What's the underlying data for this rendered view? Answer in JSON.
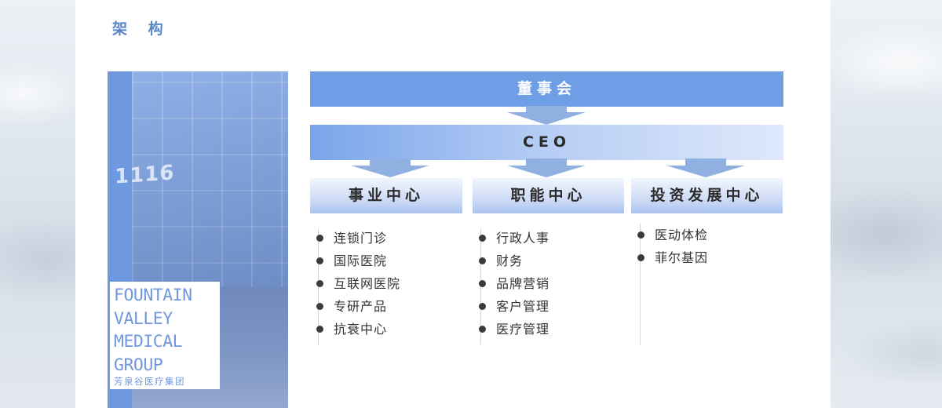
{
  "title": "架 构",
  "photo": {
    "logo_text": "FOUNTAIN\nVALLEY\nMEDICAL\nGROUP",
    "logo_cn": "芳泉谷医疗集团",
    "sign_text": "1116"
  },
  "org": {
    "board": "董事会",
    "ceo": "CEO",
    "departments": [
      {
        "name": "事业中心",
        "items": [
          "连锁门诊",
          "国际医院",
          "互联网医院",
          "专研产品",
          "抗衰中心"
        ]
      },
      {
        "name": "职能中心",
        "items": [
          "行政人事",
          "财务",
          "品牌营销",
          "客户管理",
          "医疗管理"
        ]
      },
      {
        "name": "投资发展中心",
        "items": [
          "医动体检",
          "菲尔基因"
        ]
      }
    ]
  },
  "colors": {
    "accent": "#6d9ee6",
    "title": "#5a86c7",
    "arrow": "#8fb0e0"
  }
}
